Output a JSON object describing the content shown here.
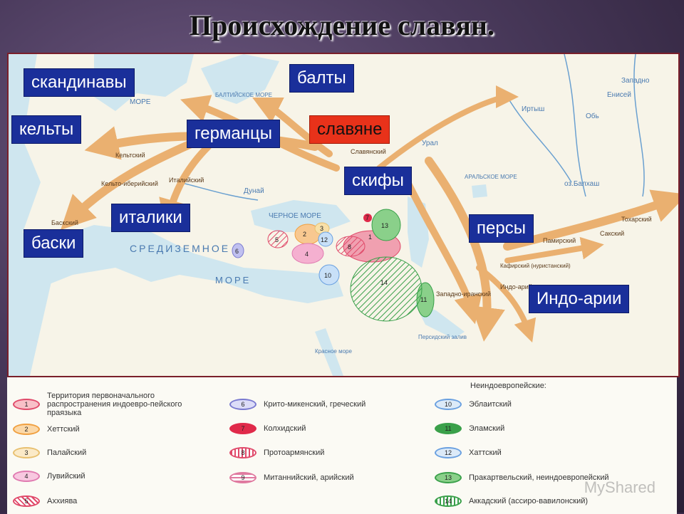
{
  "title": "Происхождение славян.",
  "labels": {
    "scandinavians": "скандинавы",
    "balts": "балты",
    "celts": "кельты",
    "germans": "германцы",
    "slavs": "славяне",
    "scythians": "скифы",
    "italics": "италики",
    "basques": "баски",
    "persians": "персы",
    "indo_aryans": "Индо-арии"
  },
  "map_text": {
    "black_sea": "ЧЕРНОЕ МОРЕ",
    "med_sea_1": "СРЕДИЗЕМНОЕ",
    "med_sea_2": "МОРЕ",
    "danube": "Дунай",
    "ural": "Урал",
    "aral": "АРАЛЬСКОЕ МОРЕ",
    "balkhash": "оз.Балхаш",
    "ob": "Обь",
    "irtysh": "Иртыш",
    "yenisei": "Енисей",
    "zap_sib": "Западно",
    "celtic": "Кельтский",
    "italic": "Италийский",
    "slavic": "Славянский",
    "saka": "Сакский",
    "tocharian": "Тохарский",
    "pamir": "Памирский",
    "kafir": "Кафирский (нуристанский)",
    "indo_aryan": "Индо-арий",
    "west_iranian": "Западно-иранский",
    "persian_gulf": "Персидский залив",
    "red_sea": "Красное море",
    "north_sea": "МОРЕ",
    "baltic": "БАЛТИЙСКОЕ МОРЕ",
    "baski": "Баскский",
    "celto_iber": "Кельто-иберийский"
  },
  "legend": {
    "header": "Неиндоевропейские:",
    "col1": [
      {
        "num": "1",
        "text": "Территория первоначального распространения индоевро-пейского праязыка",
        "color": "#e04a6a"
      },
      {
        "num": "2",
        "text": "Хеттский",
        "color": "#f0a040"
      },
      {
        "num": "3",
        "text": "Палайский",
        "color": "#e8c070"
      },
      {
        "num": "4",
        "text": "Лувийский",
        "color": "#e07ab0"
      },
      {
        "num": "5",
        "text": "Аххиява",
        "color": "#e04a6a"
      }
    ],
    "col2": [
      {
        "num": "6",
        "text": "Крито-микенский, греческий",
        "color": "#7a7ad0"
      },
      {
        "num": "7",
        "text": "Колхидский",
        "color": "#e02a4a"
      },
      {
        "num": "8",
        "text": "Протоармянский",
        "color": "#e04a6a"
      },
      {
        "num": "9",
        "text": "Митаннийский, арийский",
        "color": "#e07aa0"
      }
    ],
    "col3": [
      {
        "num": "10",
        "text": "Эблаитский",
        "color": "#6aa0e0"
      },
      {
        "num": "11",
        "text": "Эламский",
        "color": "#3aa04a"
      },
      {
        "num": "12",
        "text": "Хаттский",
        "color": "#6aa0e0"
      },
      {
        "num": "13",
        "text": "Пракартвельский, неиндоевропейский",
        "color": "#3aa04a"
      },
      {
        "num": "14",
        "text": "Аккадский (ассиро-вавилонский)",
        "color": "#3aa04a"
      }
    ]
  },
  "watermark": "MyShared"
}
